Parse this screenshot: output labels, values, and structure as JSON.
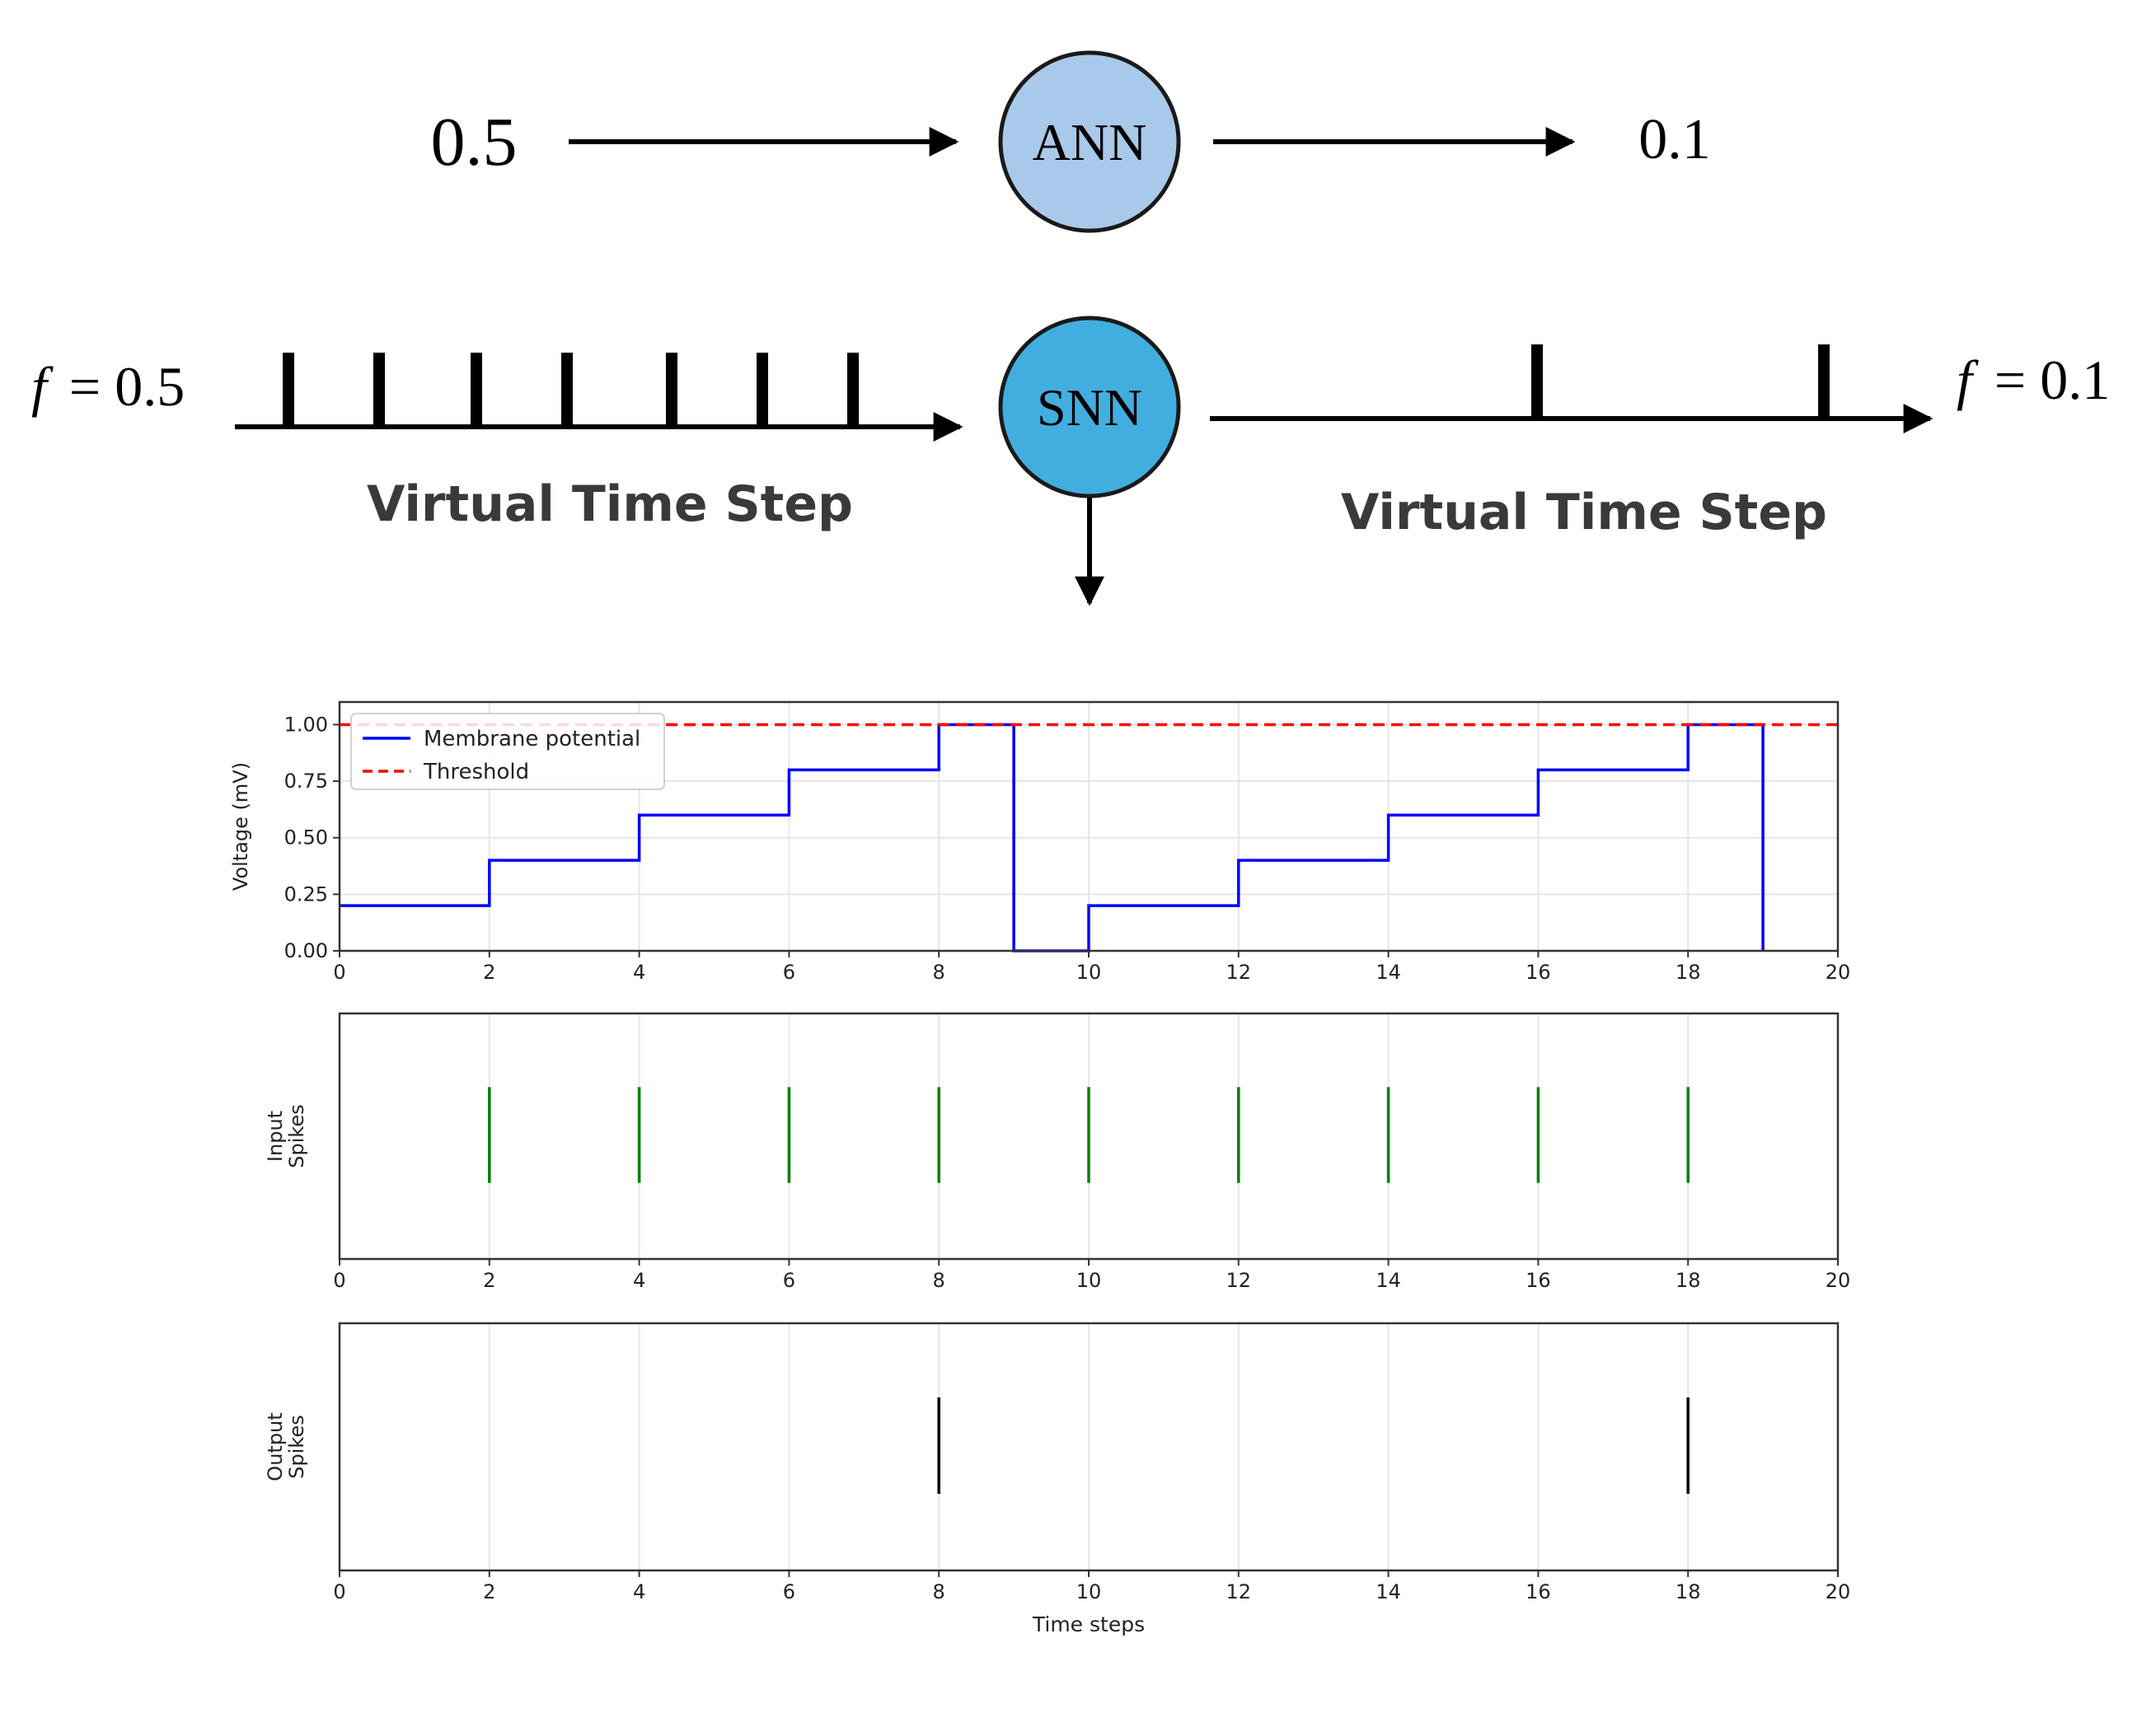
{
  "diagram": {
    "ann": {
      "node_label": "ANN",
      "input_value": "0.5",
      "output_value": "0.1",
      "node_color": "#a9c9ea"
    },
    "snn": {
      "node_label": "SNN",
      "input_f_symbol": "f",
      "input_f_value": "= 0.5",
      "output_f_symbol": "f",
      "output_f_value": "= 0.1",
      "input_axis_label": "Virtual Time Step",
      "output_axis_label": "Virtual Time Step",
      "input_spike_count": 7,
      "output_spike_count": 2,
      "node_color": "#42aee0"
    }
  },
  "chart_data": [
    {
      "type": "line",
      "step": "post",
      "ylabel": "Voltage (mV)",
      "xlim": [
        0,
        20
      ],
      "ylim": [
        0,
        1.1
      ],
      "xticks": [
        "0",
        "2",
        "4",
        "6",
        "8",
        "10",
        "12",
        "14",
        "16",
        "18",
        "20"
      ],
      "yticks": [
        "0.00",
        "0.25",
        "0.50",
        "0.75",
        "1.00"
      ],
      "grid": true,
      "legend_position": "top-left",
      "series": [
        {
          "name": "Membrane potential",
          "color": "#0000ff",
          "style": "solid",
          "x": [
            0,
            2,
            4,
            6,
            8,
            9,
            10,
            12,
            14,
            16,
            18,
            19
          ],
          "y": [
            0.2,
            0.4,
            0.6,
            0.8,
            1.0,
            0.0,
            0.2,
            0.4,
            0.6,
            0.8,
            1.0,
            0.0
          ]
        },
        {
          "name": "Threshold",
          "color": "#ff0000",
          "style": "dashed",
          "x": [
            0,
            20
          ],
          "y": [
            1.0,
            1.0
          ]
        }
      ]
    },
    {
      "type": "scatter",
      "marker": "vertical-line",
      "ylabel": "Input\nSpikes",
      "xlim": [
        0,
        20
      ],
      "xticks": [
        "0",
        "2",
        "4",
        "6",
        "8",
        "10",
        "12",
        "14",
        "16",
        "18",
        "20"
      ],
      "grid": true,
      "series": [
        {
          "color": "#008000",
          "x": [
            2,
            4,
            6,
            8,
            10,
            12,
            14,
            16,
            18
          ]
        }
      ]
    },
    {
      "type": "scatter",
      "marker": "vertical-line",
      "ylabel": "Output\nSpikes",
      "xlabel": "Time steps",
      "xlim": [
        0,
        20
      ],
      "xticks": [
        "0",
        "2",
        "4",
        "6",
        "8",
        "10",
        "12",
        "14",
        "16",
        "18",
        "20"
      ],
      "grid": true,
      "series": [
        {
          "color": "#000000",
          "x": [
            8,
            18
          ]
        }
      ]
    }
  ]
}
